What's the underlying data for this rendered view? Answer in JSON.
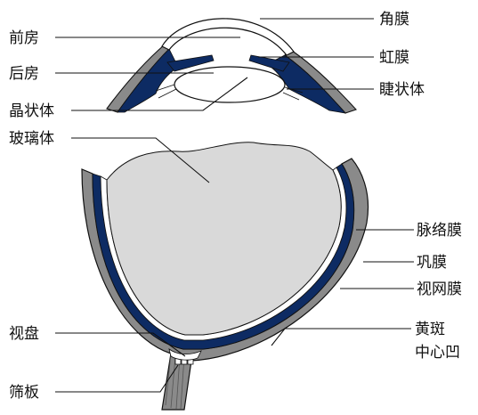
{
  "labels": {
    "cornea": "角膜",
    "anterior_chamber": "前房",
    "iris": "虹膜",
    "posterior_chamber": "后房",
    "ciliary_body": "睫状体",
    "lens": "晶状体",
    "vitreous_body": "玻璃体",
    "choroid": "脉络膜",
    "sclera": "巩膜",
    "retina": "视网膜",
    "optic_disc": "视盘",
    "fovea_line1": "黄斑",
    "fovea_line2": "中心凹",
    "lamina_cribrosa": "筛板"
  },
  "colors": {
    "sclera": "#8a8a8a",
    "choroid": "#0d2b63",
    "retina": "#ffffff",
    "vitreous": "#d9d9d9",
    "line": "#111111"
  }
}
